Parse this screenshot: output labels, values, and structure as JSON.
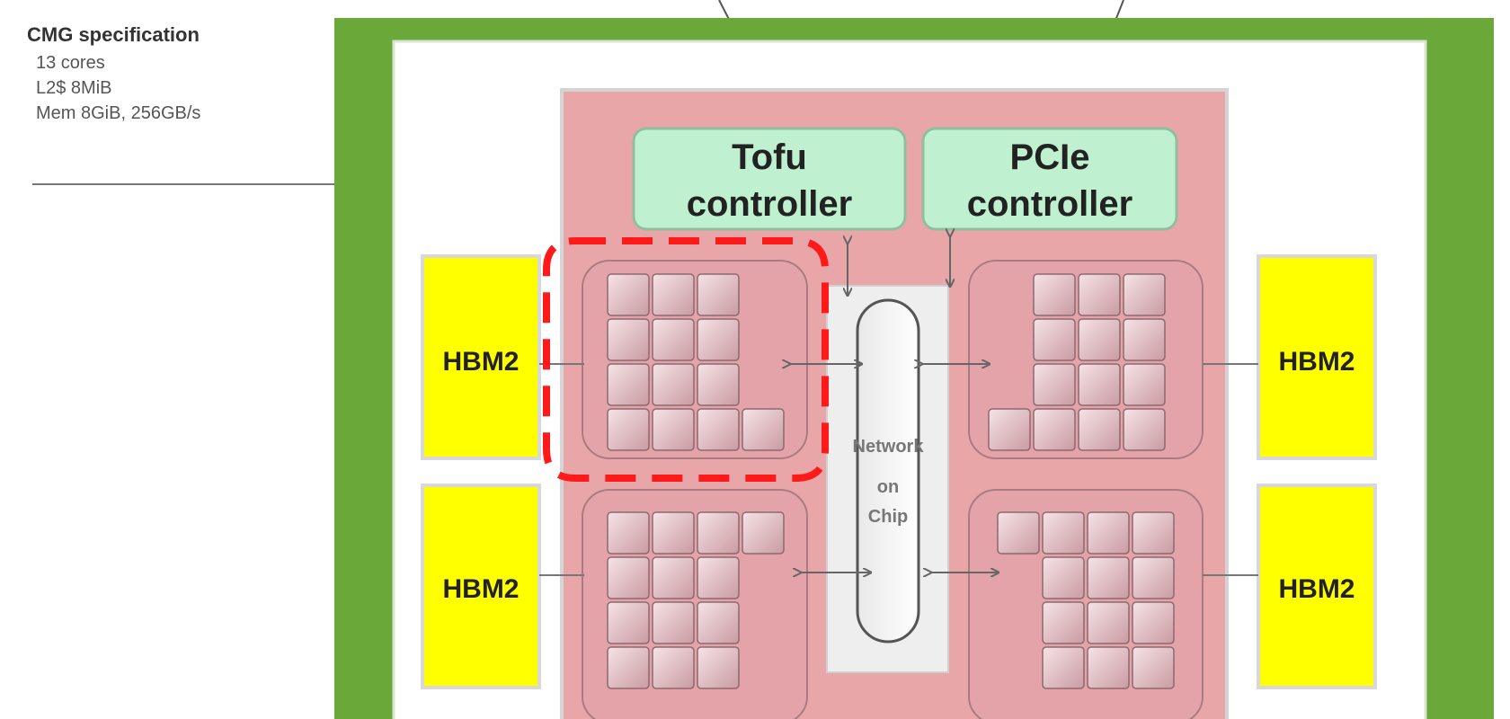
{
  "spec": {
    "title": "CMG specification",
    "lines": [
      "13 cores",
      "L2$ 8MiB",
      "Mem 8GiB, 256GB/s"
    ]
  },
  "controllers": {
    "tofu": [
      "Tofu",
      "controller"
    ],
    "pcie": [
      "PCIe",
      "controller"
    ]
  },
  "noc": [
    "Network",
    "on",
    "Chip"
  ],
  "hbm": {
    "top_left": "HBM2",
    "bottom_left": "HBM2",
    "top_right": "HBM2",
    "bottom_right": "HBM2"
  },
  "colors": {
    "package_green": "#6aa83a",
    "die_pink": "#e8a6a8",
    "controller_green": "#bff0cf",
    "hbm_yellow": "#ffff00",
    "highlight_red": "#ff1a1a"
  }
}
